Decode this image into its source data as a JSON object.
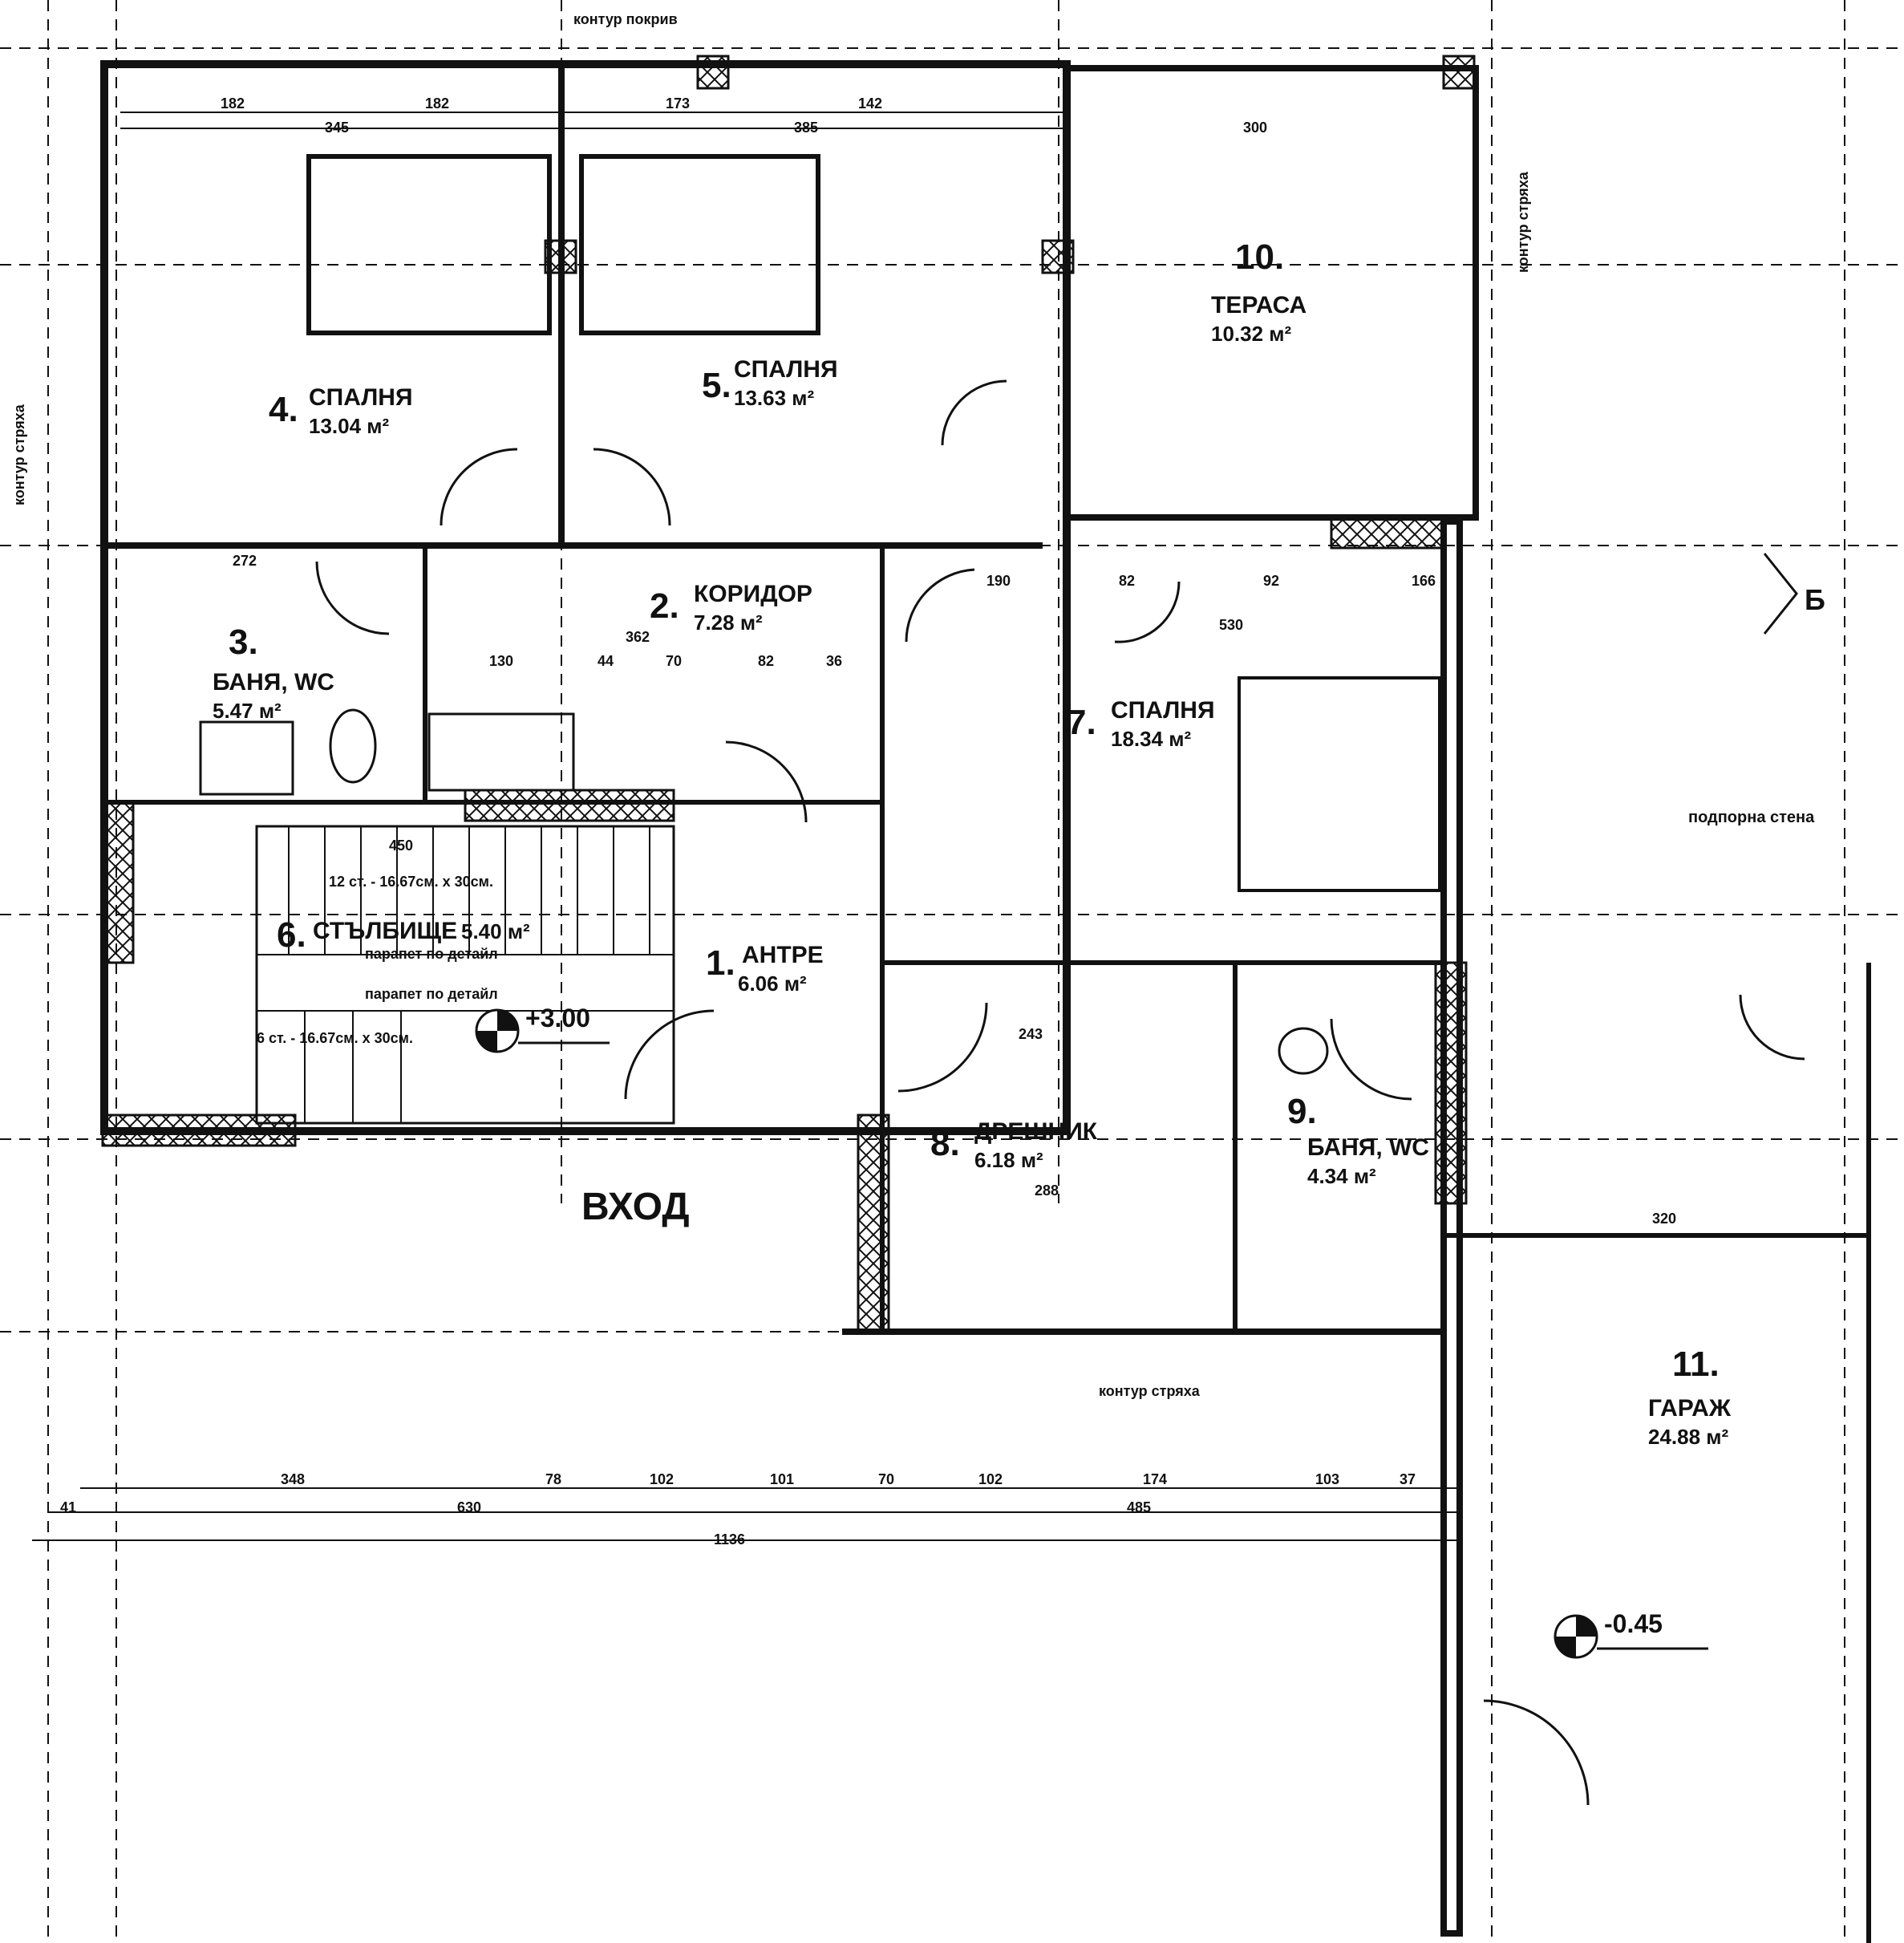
{
  "rooms": [
    {
      "num": "1.",
      "name": "АНТРЕ",
      "area": "6.06 м²"
    },
    {
      "num": "2.",
      "name": "КОРИДОР",
      "area": "7.28 м²"
    },
    {
      "num": "3.",
      "name": "БАНЯ, WC",
      "area": "5.47 м²"
    },
    {
      "num": "4.",
      "name": "СПАЛНЯ",
      "area": "13.04 м²"
    },
    {
      "num": "5.",
      "name": "СПАЛНЯ",
      "area": "13.63 м²"
    },
    {
      "num": "6.",
      "name": "СТЪЛБИЩЕ",
      "area": "5.40 м²"
    },
    {
      "num": "7.",
      "name": "СПАЛНЯ",
      "area": "18.34 м²"
    },
    {
      "num": "8.",
      "name": "ДРЕШНИК",
      "area": "6.18 м²"
    },
    {
      "num": "9.",
      "name": "БАНЯ, WC",
      "area": "4.34 м²"
    },
    {
      "num": "10.",
      "name": "ТЕРАСА",
      "area": "10.32 м²"
    },
    {
      "num": "11.",
      "name": "ГАРАЖ",
      "area": "24.88 м²"
    }
  ],
  "labels": {
    "entrance": "ВХОД",
    "level_main": "+3.00",
    "level_garage": "-0.45",
    "stairs_upper": "12 ст. - 16.67см. x 30см.",
    "stairs_lower": "6 ст. - 16.67см. x 30см.",
    "parapet1": "парапет по детайл",
    "parapet2": "парапет по детайл",
    "roof_contour_top": "контур покрив",
    "roof_contour_bottom": "контур стряха",
    "roof_contour_left": "контур стряха",
    "roof_contour_right": "контур стряха",
    "retaining_wall": "подпорна стена",
    "section_marker": "Б"
  },
  "dimensions": {
    "bottom_row1": [
      "348",
      "78",
      "102",
      "101",
      "70",
      "102",
      "174",
      "103",
      "37"
    ],
    "bottom_row2": [
      "41",
      "630",
      "485"
    ],
    "bottom_total": "1136",
    "top_row1": [
      "182",
      "182",
      "173",
      "142"
    ],
    "top_row2": [
      "345",
      "385",
      "300"
    ],
    "middle": [
      "272",
      "130",
      "44",
      "70",
      "82",
      "36",
      "362",
      "190",
      "82",
      "92",
      "166",
      "530",
      "450",
      "243",
      "288",
      "320"
    ]
  }
}
